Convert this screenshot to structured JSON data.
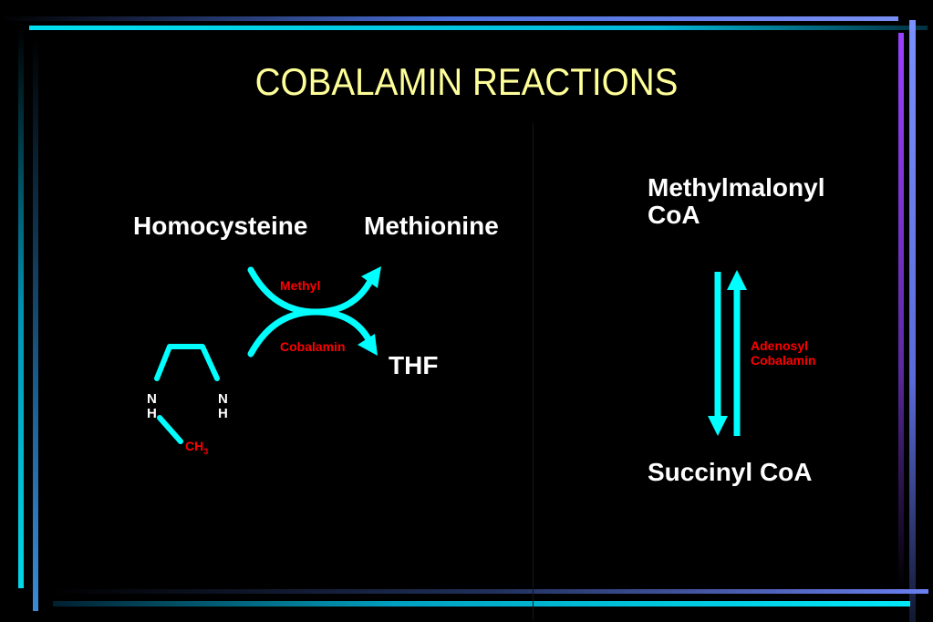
{
  "slide": {
    "title": "COBALAMIN REACTIONS",
    "colors": {
      "background": "#000000",
      "title": "#ffff99",
      "arrow": "#00ffff",
      "label_red": "#ff0000",
      "text": "#ffffff",
      "border_blue": "#6a7ff0",
      "border_cyan": "#00d8e8",
      "border_purple": "#8a3cf0"
    },
    "left_reaction": {
      "substrate_in": "Homocysteine",
      "product_out": "Methionine",
      "cofactor_top": "Methyl",
      "cofactor_bottom": "Cobalamin",
      "byproduct": "THF",
      "structure": {
        "n_left": "N",
        "h_left": "H",
        "n_right": "N",
        "h_right": "H",
        "ch": "CH",
        "subscript": "3"
      }
    },
    "right_reaction": {
      "top": "Methylmalonyl CoA",
      "top_line1": "Methylmalonyl",
      "top_line2": "CoA",
      "cofactor_line1": "Adenosyl",
      "cofactor_line2": "Cobalamin",
      "bottom": "Succinyl CoA"
    }
  }
}
